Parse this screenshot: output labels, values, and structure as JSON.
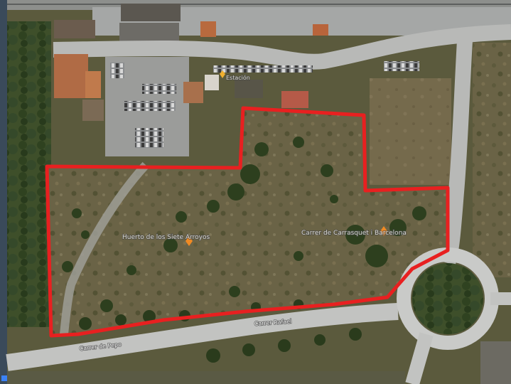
{
  "map": {
    "kind": "satellite-view",
    "boundary_color": "#e82020",
    "poi_color": "#f08a24",
    "labels": {
      "top_building": "Estación",
      "center_field": "Huerto de los Siete Arroyos",
      "east_field": "Carrer de Carrasquet i Barcelona",
      "south_road": "Carrer Rafael",
      "south_road_2": "Carrer de Pepo"
    }
  }
}
